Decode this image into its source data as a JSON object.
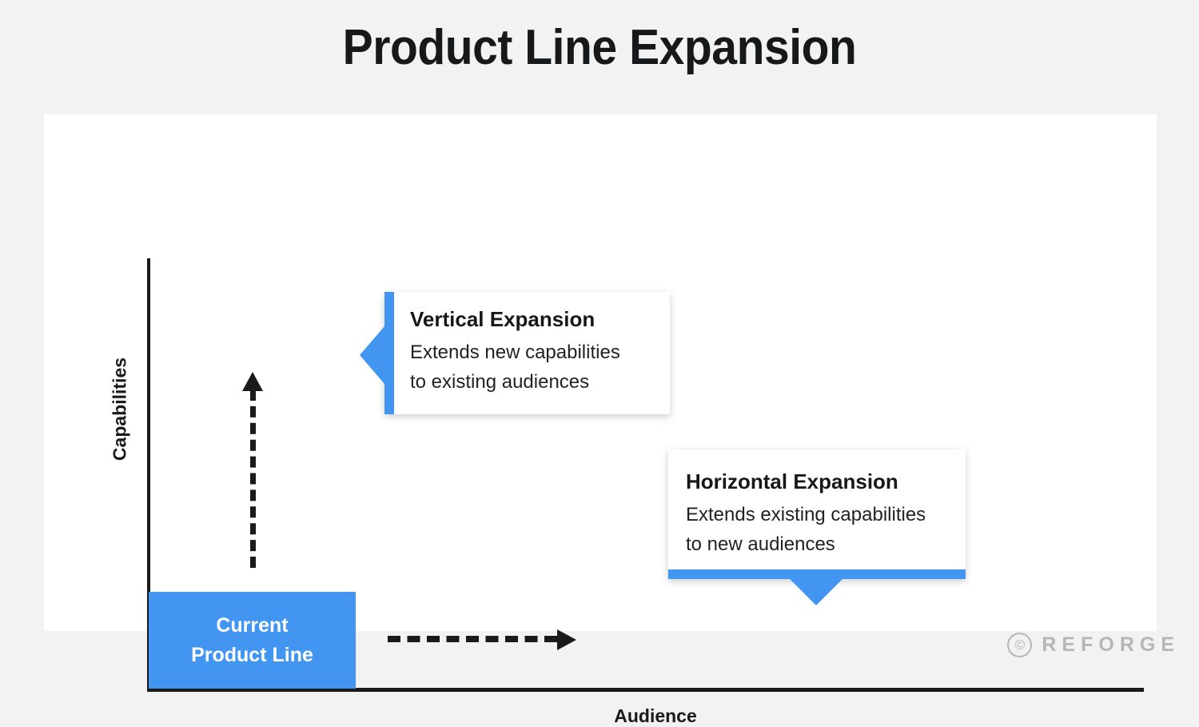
{
  "title": "Product Line Expansion",
  "chart": {
    "y_axis_label": "Capabilities",
    "x_axis_label": "Audience",
    "current_block": {
      "line1": "Current",
      "line2": "Product Line"
    },
    "arrows": {
      "vertical_name": "vertical-dashed-arrow",
      "horizontal_name": "horizontal-dashed-arrow"
    }
  },
  "callouts": [
    {
      "title": "Vertical Expansion",
      "line1": "Extends new capabilities",
      "line2": "to existing audiences"
    },
    {
      "title": "Horizontal Expansion",
      "line1": "Extends existing capabilities",
      "line2": "to new audiences"
    }
  ],
  "footer": {
    "copyright_symbol": "©",
    "brand": "REFORGE"
  },
  "colors": {
    "accent_blue": "#4295f0",
    "background": "#f2f2f2",
    "card": "#ffffff",
    "ink": "#1a1a1a",
    "brand_gray": "#b4b6b8"
  }
}
